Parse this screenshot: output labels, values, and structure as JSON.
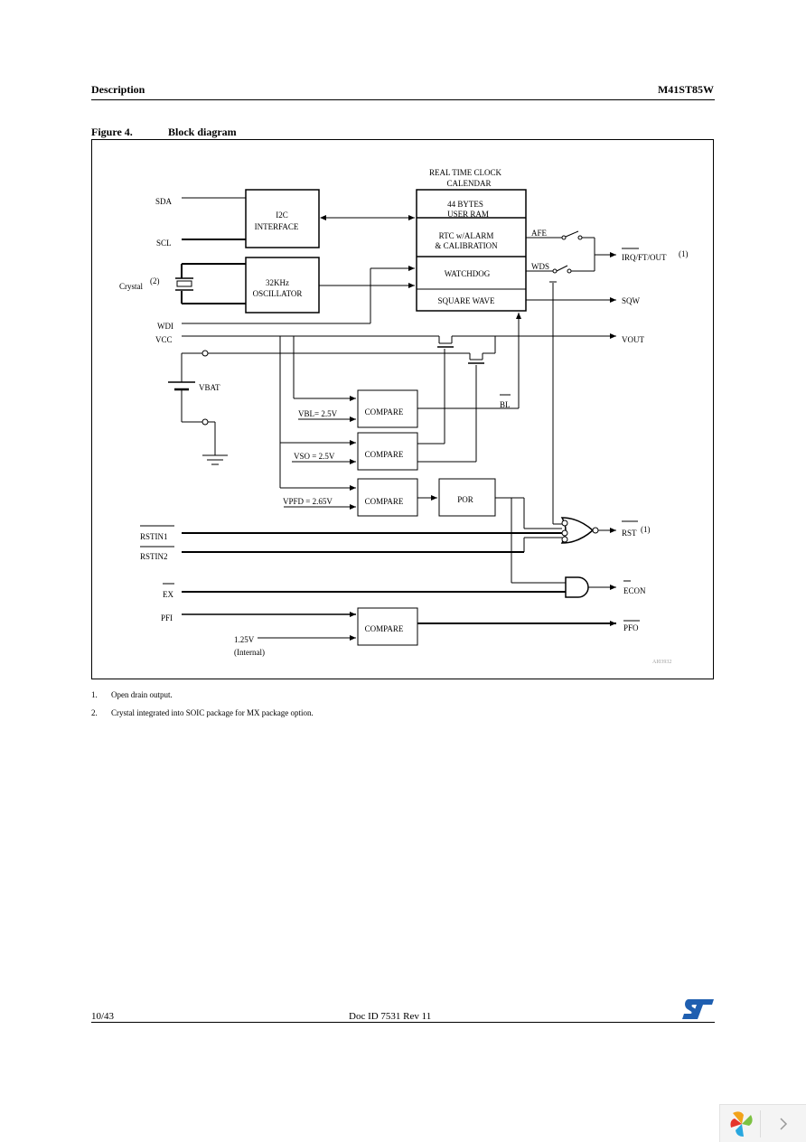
{
  "header": {
    "section": "Description",
    "part_number": "M41ST85W"
  },
  "figure": {
    "number": "Figure 4.",
    "title": "Block diagram"
  },
  "diagram": {
    "rtc_title_line1": "REAL TIME CLOCK",
    "rtc_title_line2": "CALENDAR",
    "user_ram_line1": "44 BYTES",
    "user_ram_line2": "USER RAM",
    "rtc_alarm_line1": "RTC w/ALARM",
    "rtc_alarm_line2": "& CALIBRATION",
    "watchdog": "WATCHDOG",
    "square_wave": "SQUARE WAVE",
    "i2c_line1": "I2C",
    "i2c_line2": "INTERFACE",
    "osc_line1": "32KHz",
    "osc_line2": "OSCILLATOR",
    "por": "POR",
    "compare": "COMPARE",
    "sda": "SDA",
    "scl": "SCL",
    "crystal": "Crystal",
    "note2_ref": "(2)",
    "wdi": "WDI",
    "vcc": "VCC",
    "vbat": "VBAT",
    "vbl": "VBL= 2.5V",
    "vso": "VSO = 2.5V",
    "vpfd": "VPFD = 2.65V",
    "rstin1": "RSTIN1",
    "rstin2": "RSTIN2",
    "ex": "EX",
    "pfi": "PFI",
    "ref_125_line1": "1.25V",
    "ref_125_line2": "(Internal)",
    "afe": "AFE",
    "wds": "WDS",
    "bl": "BL",
    "irq_out": "IRQ/FT/OUT",
    "note1_ref": "(1)",
    "sqw": "SQW",
    "vout": "VOUT",
    "rst": "RST",
    "econ": "ECON",
    "pfo": "PFO",
    "drawing_code": "AI03932"
  },
  "notes": [
    {
      "num": "1.",
      "text": "Open drain output."
    },
    {
      "num": "2.",
      "text": "Crystal integrated into SOIC package for MX package option."
    }
  ],
  "footer": {
    "page": "10/43",
    "doc_id": "Doc ID 7531 Rev 11"
  },
  "brand_color": "#1f5fb0"
}
